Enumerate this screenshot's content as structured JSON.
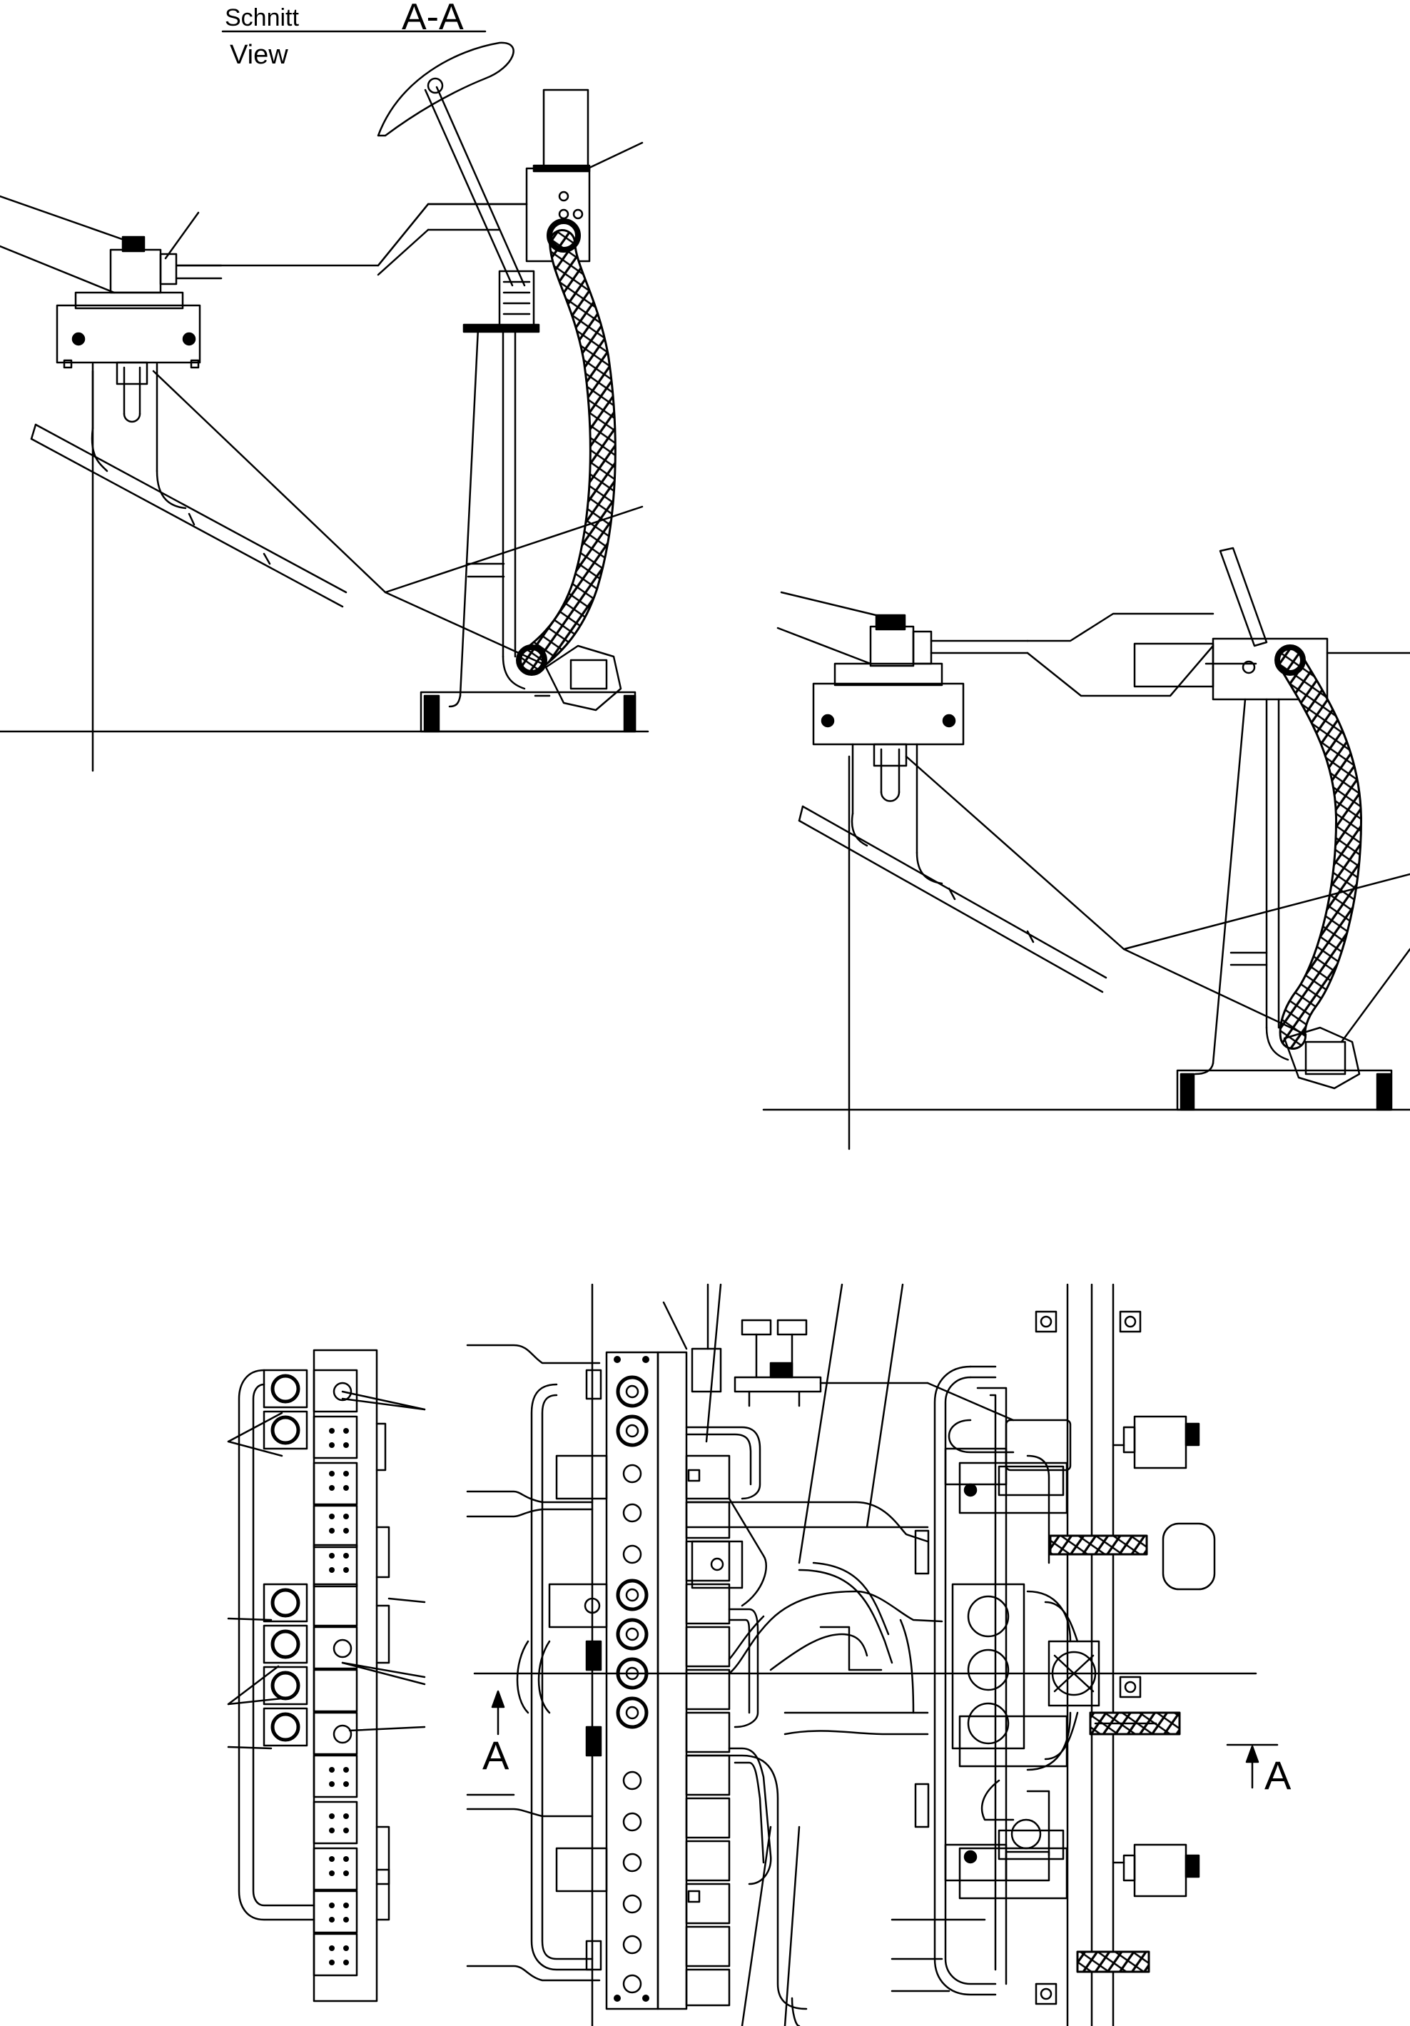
{
  "section_heading": {
    "schnitt": "Schnitt",
    "marker": "A-A",
    "view": "View"
  },
  "section_markers": {
    "left": "A",
    "right": "A"
  },
  "colors": {
    "ink": "#000000",
    "paper": "#ffffff"
  }
}
